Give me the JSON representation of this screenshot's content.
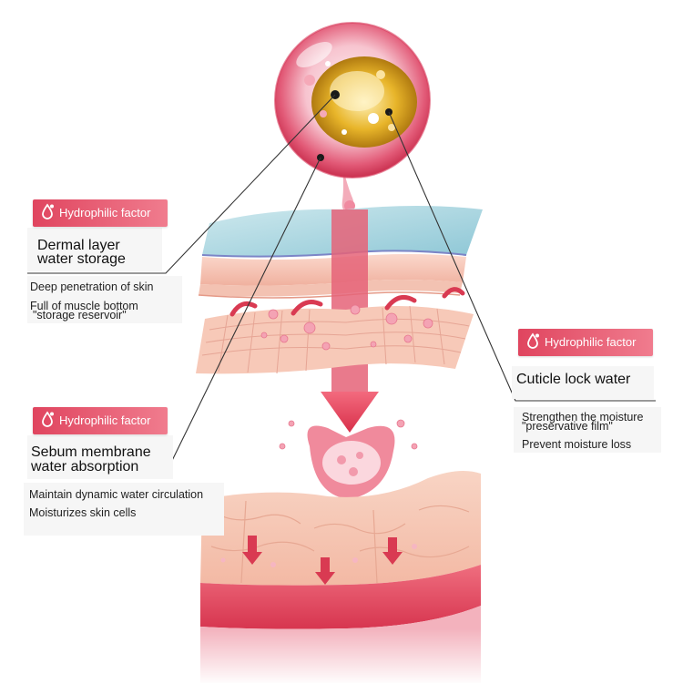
{
  "labels": {
    "left_top": {
      "badge": "Hydrophilic factor",
      "title_line1": "Dermal layer",
      "title_line2": "water storage",
      "desc1": "Deep penetration of skin",
      "desc2_line1": "Full of muscle bottom",
      "desc2_line2": "\"storage reservoir\""
    },
    "left_bottom": {
      "badge": "Hydrophilic factor",
      "title_line1": "Sebum membrane",
      "title_line2": "water absorption",
      "desc1": "Maintain dynamic water circulation",
      "desc2": "Moisturizes skin cells"
    },
    "right": {
      "badge": "Hydrophilic factor",
      "title": "Cuticle lock water",
      "desc1_line1": "Strengthen the moisture",
      "desc1_line2": "\"preservative film\"",
      "desc2": "Prevent moisture loss"
    }
  },
  "colors": {
    "accent": "#e0455f",
    "skin_pink": "#f4b8ac",
    "skin_red": "#d93a52",
    "membrane_blue": "#9fd3e0",
    "capsule_gold": "#e8b52a"
  },
  "icons": [
    "water-drop-icon",
    "swirl-arrow-icon",
    "down-arrow-icon"
  ]
}
